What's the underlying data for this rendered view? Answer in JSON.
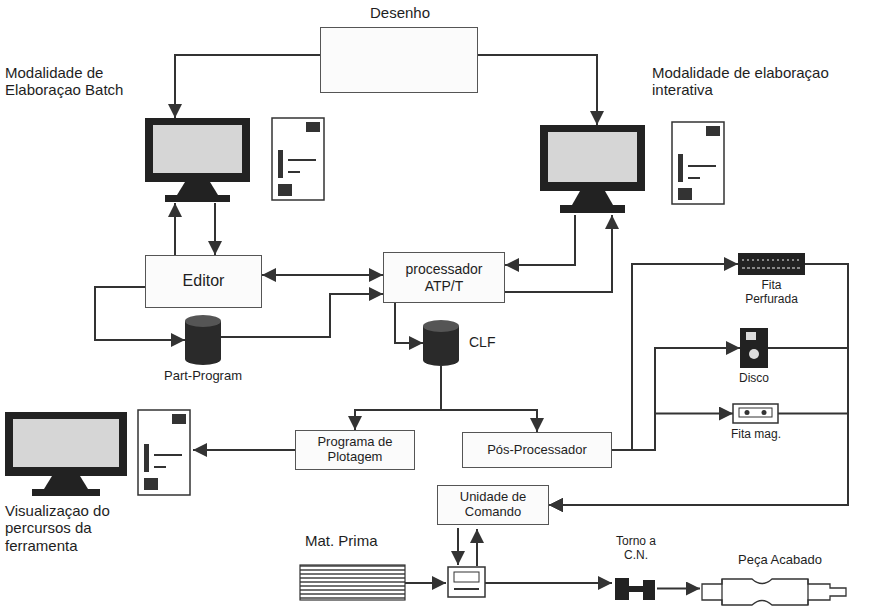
{
  "diagram": {
    "nodes": [
      {
        "text": [
          "Desenho"
        ]
      },
      {
        "text": [
          "Modalidade de Elaboraçao Batch"
        ]
      },
      {
        "text": [
          "Modalidade de elaboraçao interativa"
        ]
      },
      {
        "text": [
          "Editor"
        ]
      },
      {
        "text": [
          "processador ATP/T"
        ]
      },
      {
        "text": [
          "Part-Program"
        ]
      },
      {
        "text": [
          "CLF"
        ]
      },
      {
        "text": [
          "Fita Perfurada"
        ]
      },
      {
        "text": [
          "Disco"
        ]
      },
      {
        "text": [
          "Fita mag."
        ]
      },
      {
        "text": [
          "Programa de Plotagem"
        ]
      },
      {
        "text": [
          "Pós-Processador"
        ]
      },
      {
        "text": [
          "Unidade de Comando"
        ]
      },
      {
        "text": [
          "Visualizaçao do percursos da ferramenta"
        ]
      },
      {
        "text": [
          "Mat. Prima"
        ]
      },
      {
        "text": [
          "Torno a C.N."
        ]
      },
      {
        "text": [
          "Peça Acabado"
        ]
      }
    ],
    "edges": [
      {
        "from": 0,
        "to": 1,
        "arrow": "to"
      },
      {
        "from": 0,
        "to": 2,
        "arrow": "to"
      },
      {
        "from": 1,
        "to": 3,
        "arrow": "to"
      },
      {
        "from": 3,
        "to": 1,
        "arrow": "to"
      },
      {
        "from": 3,
        "to": 4,
        "arrow": "both"
      },
      {
        "from": 3,
        "to": 5,
        "arrow": "to"
      },
      {
        "from": 5,
        "to": 4,
        "arrow": "to"
      },
      {
        "from": 2,
        "to": 4,
        "arrow": "to"
      },
      {
        "from": 4,
        "to": 2,
        "arrow": "to"
      },
      {
        "from": 4,
        "to": 6,
        "arrow": "to"
      },
      {
        "from": 6,
        "to": 10,
        "arrow": "to"
      },
      {
        "from": 6,
        "to": 11,
        "arrow": "to"
      },
      {
        "from": 10,
        "to": 13,
        "arrow": "to"
      },
      {
        "from": 11,
        "to": 7,
        "arrow": "to"
      },
      {
        "from": 11,
        "to": 8,
        "arrow": "to"
      },
      {
        "from": 11,
        "to": 9,
        "arrow": "to"
      },
      {
        "from": 7,
        "to": 12,
        "arrow": "to"
      },
      {
        "from": 8,
        "to": 12,
        "arrow": "to"
      },
      {
        "from": 9,
        "to": 12,
        "arrow": "to"
      },
      {
        "from": 15,
        "to": 16,
        "arrow": "to"
      }
    ]
  }
}
